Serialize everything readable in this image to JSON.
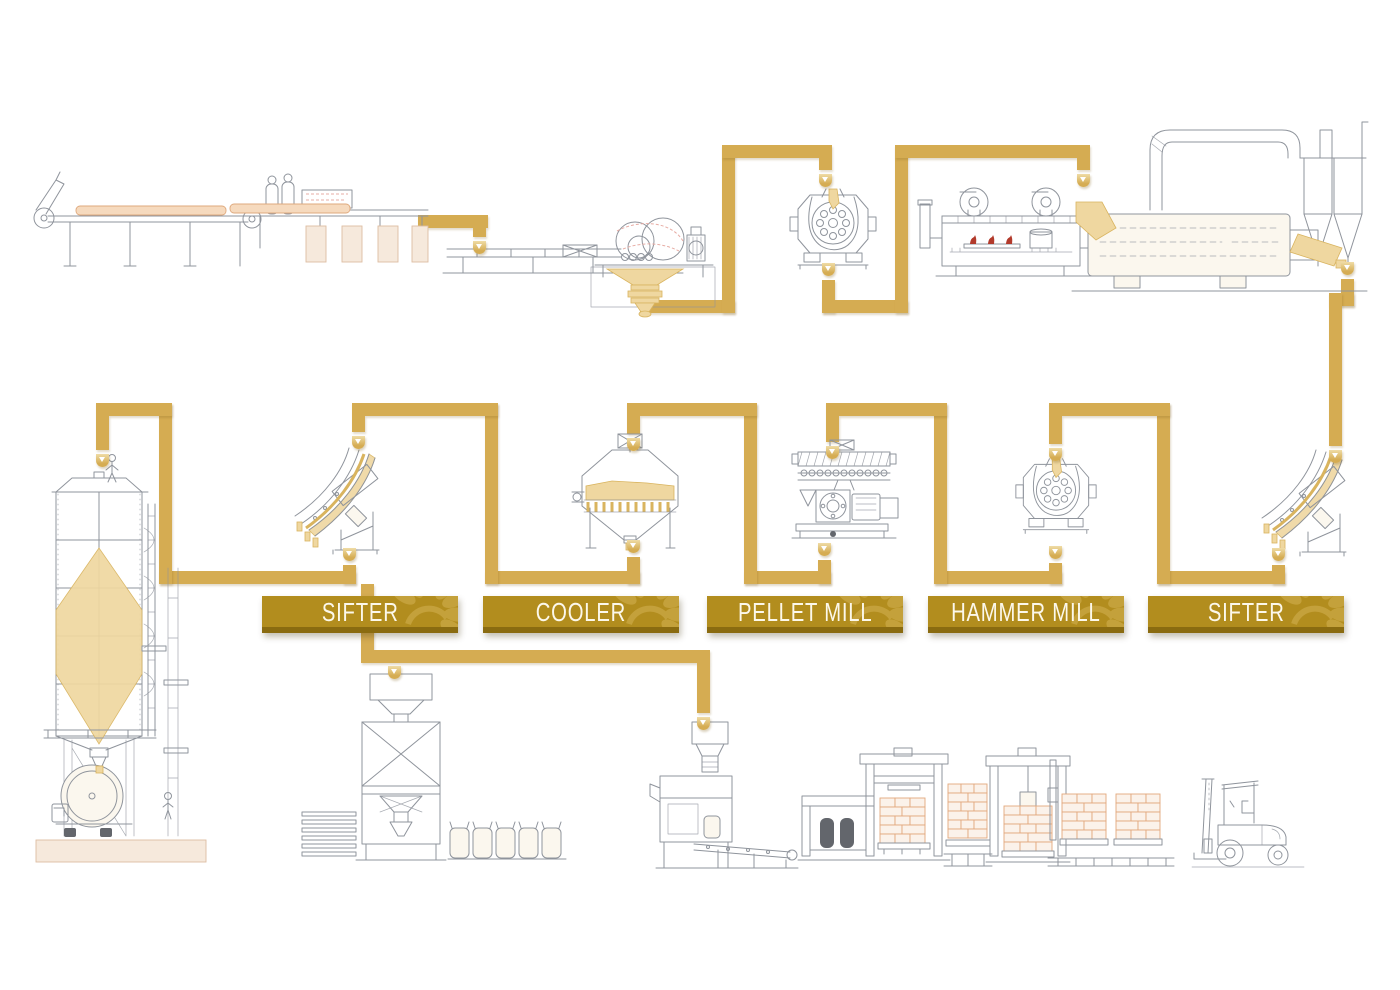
{
  "banners": [
    {
      "label": "SIFTER"
    },
    {
      "label": "COOLER"
    },
    {
      "label": "PELLET MILL"
    },
    {
      "label": "HAMMER MILL"
    },
    {
      "label": "SIFTER"
    }
  ],
  "colors": {
    "pipe": "#D5AC52",
    "pipe_light": "#EFDCA6",
    "banner": "#B28D1E",
    "banner_dark": "#8A6B10",
    "banner_text": "#FCF8EB",
    "watermark": "#C9A643",
    "sketch": "#8F949C",
    "material": "#EFD7A0",
    "material_dark": "#D9B45F",
    "flame": "#B23A2B",
    "wood": "#F6DABE",
    "wood_dark": "#DFA97D",
    "brick": "#E2A87D"
  }
}
